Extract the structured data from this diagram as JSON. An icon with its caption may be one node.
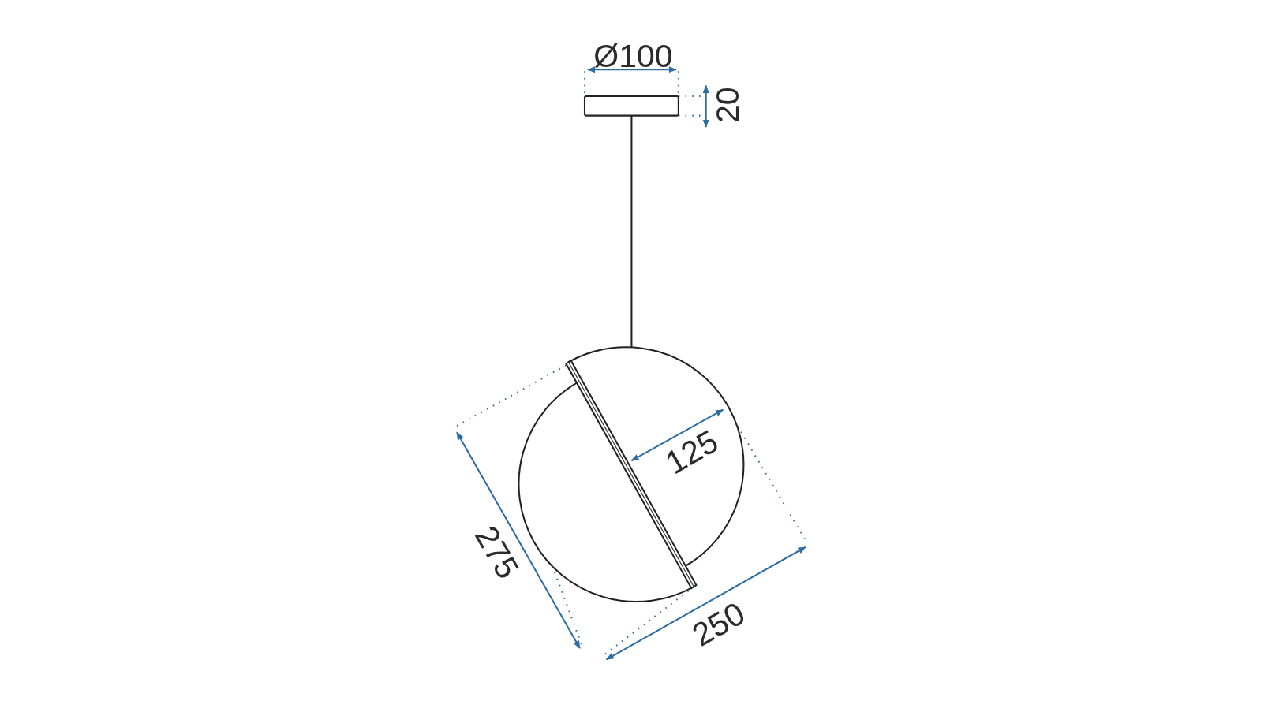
{
  "diagram": {
    "labels": [
      "Ø100",
      "20",
      "125",
      "275",
      "250"
    ]
  }
}
